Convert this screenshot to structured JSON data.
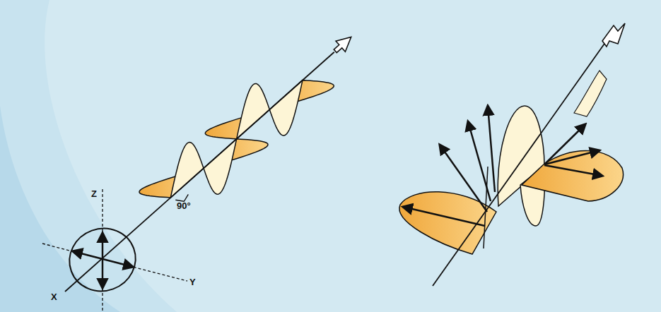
{
  "diagram": {
    "labels": [
      "Z",
      "90°",
      "Y",
      "X"
    ]
  }
}
